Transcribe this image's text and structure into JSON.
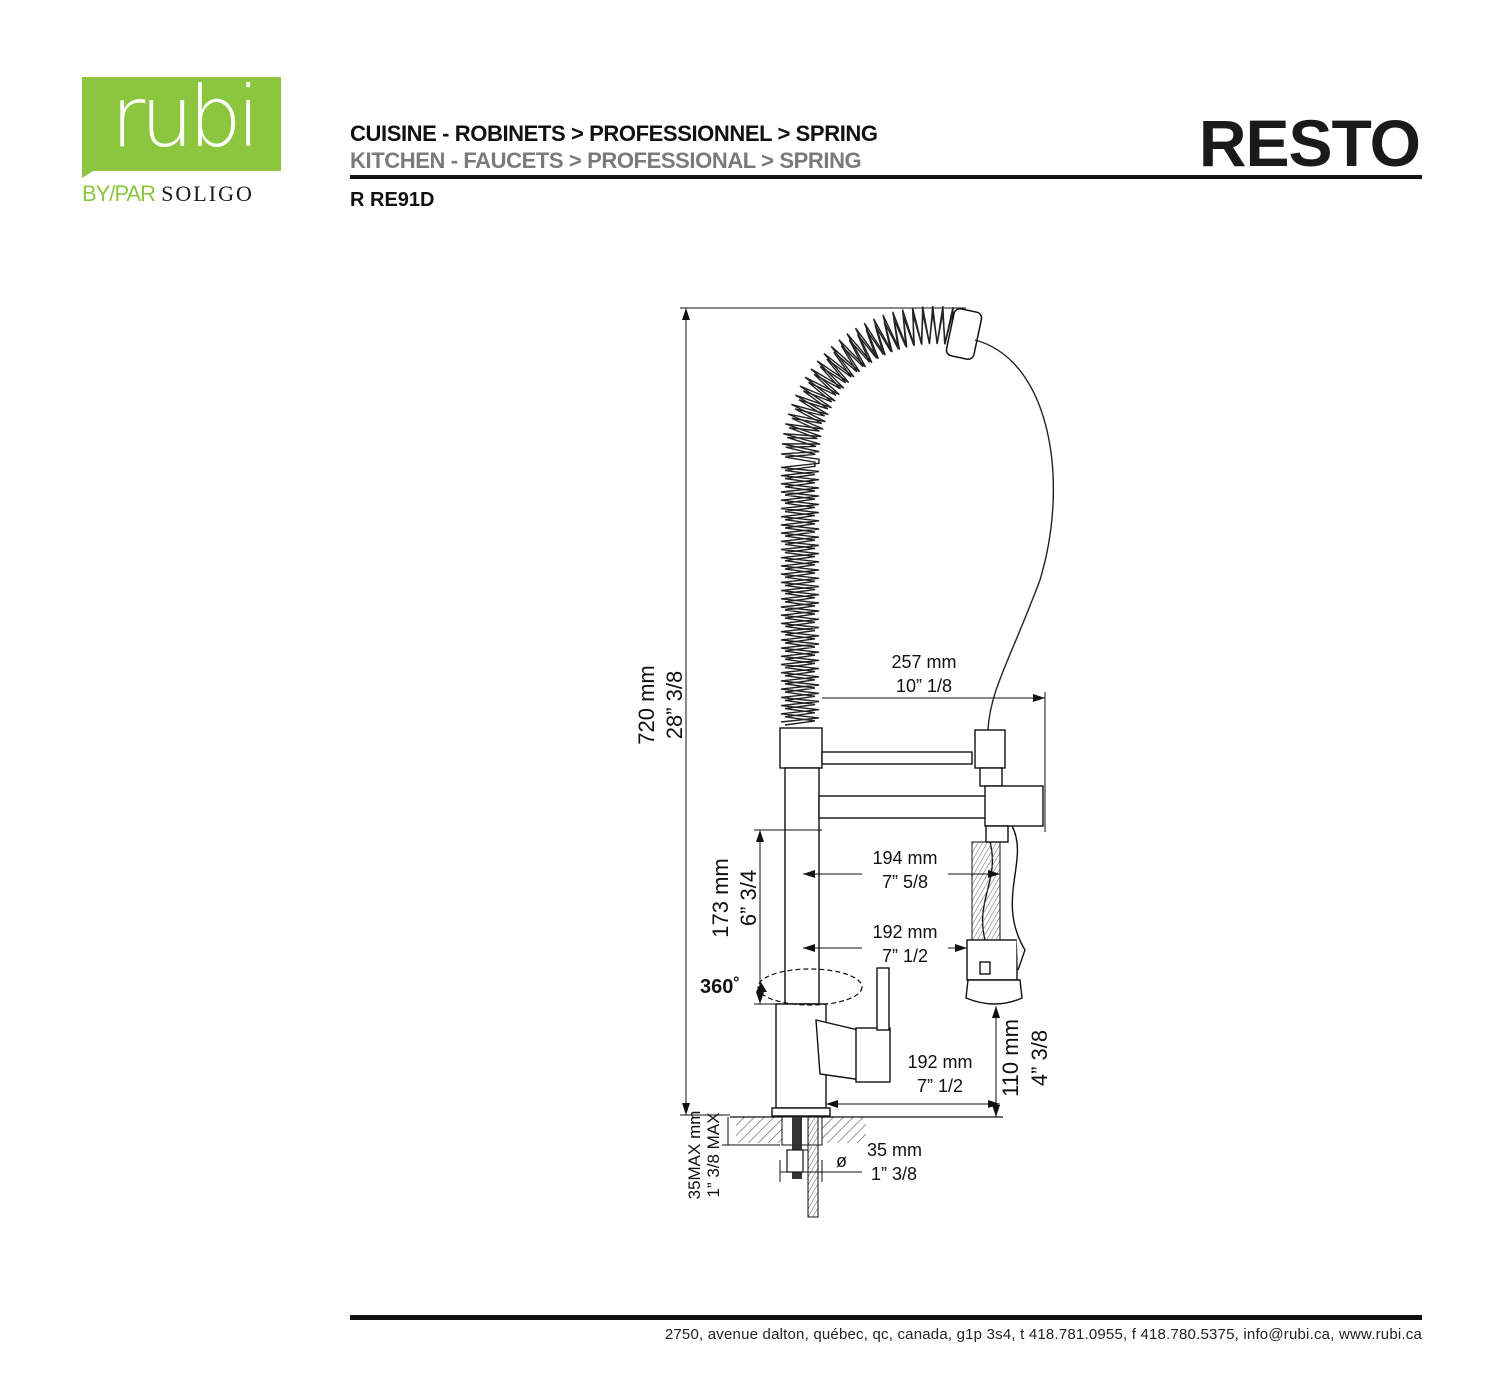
{
  "brand": {
    "logo_text": "rubi",
    "by_text": "BY/PAR",
    "maker": "SOLIGO",
    "logo_color": "#8cc63f"
  },
  "header": {
    "category_fr": "CUISINE - ROBINETS > PROFESSIONNEL > SPRING",
    "category_en": "KITCHEN - FAUCETS > PROFESSIONAL > SPRING",
    "product_name": "RESTO",
    "model": "R RE91D"
  },
  "dimensions": {
    "height_total_mm": "720 mm",
    "height_total_in": "28” 3/8",
    "reach_spring_mm": "257 mm",
    "reach_spring_in": "10” 1/8",
    "spout_height_mm": "173 mm",
    "spout_height_in": "6” 3/4",
    "reach_upper_mm": "194 mm",
    "reach_upper_in": "7” 5/8",
    "reach_mid_mm": "192 mm",
    "reach_mid_in": "7” 1/2",
    "rotation": "360˚",
    "reach_base_mm": "192 mm",
    "reach_base_in": "7” 1/2",
    "spray_height_mm": "110 mm",
    "spray_height_in": "4” 3/8",
    "deck_max_mm": "35MAX mm",
    "deck_max_in": "1” 3/8 MAX",
    "hole_diameter_symbol": "ø",
    "hole_mm": "35 mm",
    "hole_in": "1” 3/8"
  },
  "footer": {
    "address": "2750, avenue dalton, québec, qc, canada, g1p 3s4, t 418.781.0955, f 418.780.5375, info@rubi.ca, www.rubi.ca"
  }
}
